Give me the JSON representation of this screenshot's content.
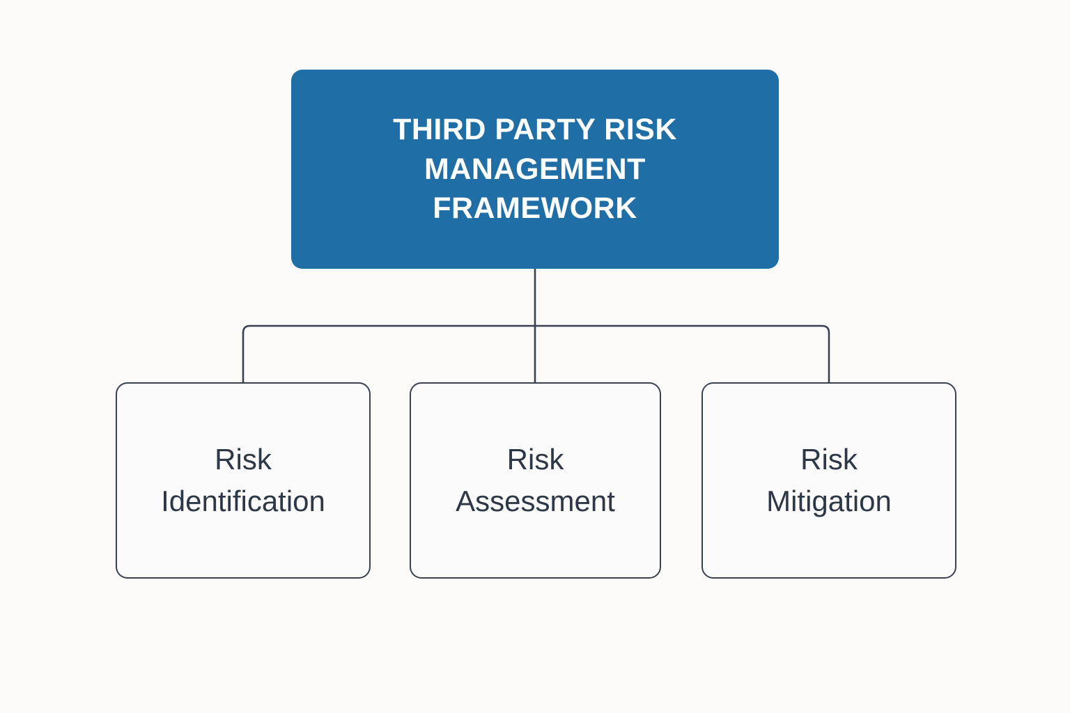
{
  "diagram": {
    "title": "Third Party Risk Management Framework",
    "type": "hierarchy-tree",
    "orientation": "top-down",
    "background_color": "#fbfaf9",
    "root": {
      "label": "THIRD PARTY RISK\nMANAGEMENT\nFRAMEWORK",
      "label_lines": [
        "THIRD PARTY RISK",
        "MANAGEMENT",
        "FRAMEWORK"
      ],
      "fill_color": "#1f6ea6",
      "text_color": "#ffffff",
      "shape": "rounded-rectangle"
    },
    "children": [
      {
        "label": "Risk\nIdentification",
        "label_lines": [
          "Risk",
          "Identification"
        ],
        "fill_color": "#fcfbfb",
        "border_color": "#39414f",
        "text_color": "#2e3746",
        "shape": "rounded-rectangle"
      },
      {
        "label": "Risk\nAssessment",
        "label_lines": [
          "Risk",
          "Assessment"
        ],
        "fill_color": "#fcfbfb",
        "border_color": "#39414f",
        "text_color": "#2e3746",
        "shape": "rounded-rectangle"
      },
      {
        "label": "Risk\nMitigation",
        "label_lines": [
          "Risk",
          "Mitigation"
        ],
        "fill_color": "#fcfbfb",
        "border_color": "#39414f",
        "text_color": "#2e3746",
        "shape": "rounded-rectangle"
      }
    ],
    "connectors": {
      "stroke_color": "#39414f",
      "stroke_width": 2.6,
      "style": "orthogonal-elbow"
    }
  }
}
